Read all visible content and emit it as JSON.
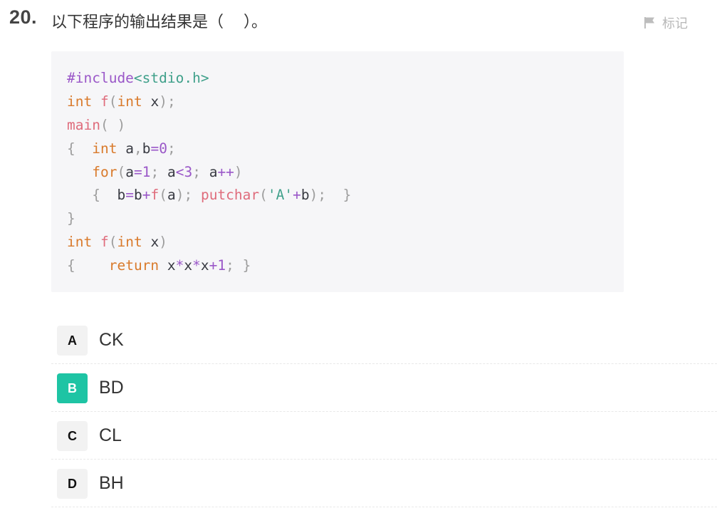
{
  "question": {
    "number": "20.",
    "text": "以下程序的输出结果是（    ）。",
    "mark_label": "标记"
  },
  "code_lines": [
    [
      [
        "pp",
        "#include"
      ],
      [
        "hdr",
        "<stdio.h>"
      ]
    ],
    [
      [
        "kw",
        "int"
      ],
      [
        "id",
        " "
      ],
      [
        "fn",
        "f"
      ],
      [
        "punc",
        "("
      ],
      [
        "kw",
        "int"
      ],
      [
        "id",
        " x"
      ],
      [
        "punc",
        ");"
      ]
    ],
    [
      [
        "fn",
        "main"
      ],
      [
        "punc",
        "( )"
      ]
    ],
    [
      [
        "punc",
        "{"
      ],
      [
        "id",
        "  "
      ],
      [
        "kw",
        "int"
      ],
      [
        "id",
        " a"
      ],
      [
        "punc",
        ","
      ],
      [
        "id",
        "b"
      ],
      [
        "op",
        "="
      ],
      [
        "num",
        "0"
      ],
      [
        "punc",
        ";"
      ]
    ],
    [
      [
        "id",
        "   "
      ],
      [
        "kw",
        "for"
      ],
      [
        "punc",
        "("
      ],
      [
        "id",
        "a"
      ],
      [
        "op",
        "="
      ],
      [
        "num",
        "1"
      ],
      [
        "punc",
        ";"
      ],
      [
        "id",
        " a"
      ],
      [
        "op",
        "<"
      ],
      [
        "num",
        "3"
      ],
      [
        "punc",
        ";"
      ],
      [
        "id",
        " a"
      ],
      [
        "op",
        "++"
      ],
      [
        "punc",
        ")"
      ]
    ],
    [
      [
        "id",
        "   "
      ],
      [
        "punc",
        "{"
      ],
      [
        "id",
        "  b"
      ],
      [
        "op",
        "="
      ],
      [
        "id",
        "b"
      ],
      [
        "op",
        "+"
      ],
      [
        "fn",
        "f"
      ],
      [
        "punc",
        "("
      ],
      [
        "id",
        "a"
      ],
      [
        "punc",
        ");"
      ],
      [
        "id",
        " "
      ],
      [
        "fn",
        "putchar"
      ],
      [
        "punc",
        "("
      ],
      [
        "str",
        "'A'"
      ],
      [
        "op",
        "+"
      ],
      [
        "id",
        "b"
      ],
      [
        "punc",
        ");"
      ],
      [
        "id",
        "  "
      ],
      [
        "punc",
        "}"
      ]
    ],
    [
      [
        "punc",
        "}"
      ]
    ],
    [
      [
        "kw",
        "int"
      ],
      [
        "id",
        " "
      ],
      [
        "fn",
        "f"
      ],
      [
        "punc",
        "("
      ],
      [
        "kw",
        "int"
      ],
      [
        "id",
        " x"
      ],
      [
        "punc",
        ")"
      ]
    ],
    [
      [
        "punc",
        "{"
      ],
      [
        "id",
        "    "
      ],
      [
        "kw",
        "return"
      ],
      [
        "id",
        " x"
      ],
      [
        "op",
        "*"
      ],
      [
        "id",
        "x"
      ],
      [
        "op",
        "*"
      ],
      [
        "id",
        "x"
      ],
      [
        "op",
        "+"
      ],
      [
        "num",
        "1"
      ],
      [
        "punc",
        ";"
      ],
      [
        "id",
        " "
      ],
      [
        "punc",
        "}"
      ]
    ]
  ],
  "options": [
    {
      "letter": "A",
      "text": "CK",
      "selected": false
    },
    {
      "letter": "B",
      "text": "BD",
      "selected": true
    },
    {
      "letter": "C",
      "text": "CL",
      "selected": false
    },
    {
      "letter": "D",
      "text": "BH",
      "selected": false
    }
  ],
  "colors": {
    "selected_option": "#1ec4a4",
    "keyword": "#d97a2b",
    "function": "#df6c7c",
    "number": "#9a57c8",
    "string": "#3fa08a",
    "punctuation": "#9d9d9d"
  },
  "icons": {
    "mark": "flag-icon"
  }
}
